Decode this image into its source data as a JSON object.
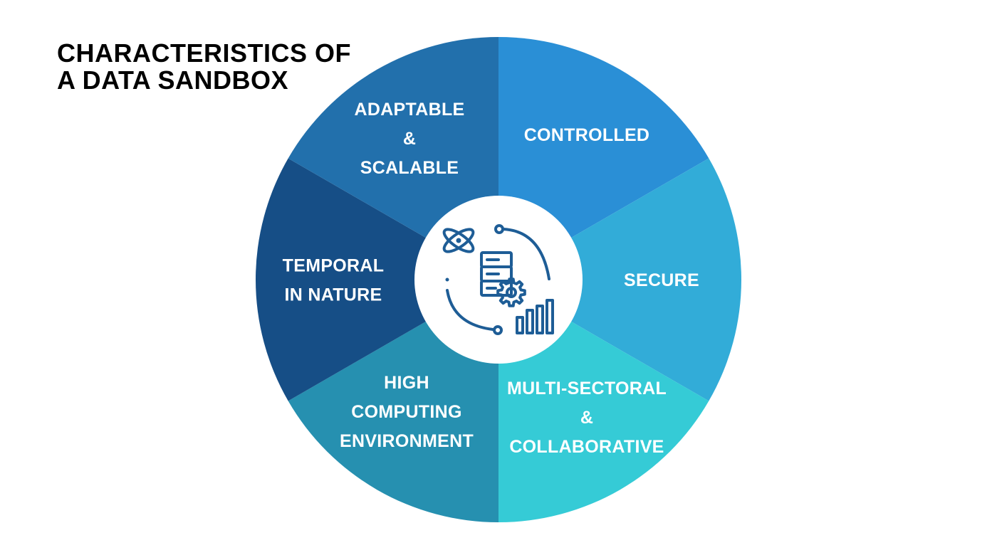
{
  "title": {
    "line1": "CHARACTERISTICS OF",
    "line2": "A DATA SANDBOX"
  },
  "segments": [
    {
      "id": "controlled",
      "lines": [
        "CONTROLLED"
      ],
      "color": "#2a8fd6"
    },
    {
      "id": "secure",
      "lines": [
        "SECURE"
      ],
      "color": "#32acd8"
    },
    {
      "id": "multi-sectoral",
      "lines": [
        "MULTI-SECTORAL",
        "&",
        "COLLABORATIVE"
      ],
      "color": "#35cbd6"
    },
    {
      "id": "high-computing",
      "lines": [
        "HIGH",
        "COMPUTING",
        "ENVIRONMENT"
      ],
      "color": "#2690b0"
    },
    {
      "id": "temporal",
      "lines": [
        "TEMPORAL",
        "IN NATURE"
      ],
      "color": "#164e86"
    },
    {
      "id": "adaptable",
      "lines": [
        "ADAPTABLE",
        "&",
        "SCALABLE"
      ],
      "color": "#2270ac"
    }
  ],
  "center_icon": {
    "name": "data-server-gear-chart-icon",
    "color": "#1e5d96"
  }
}
